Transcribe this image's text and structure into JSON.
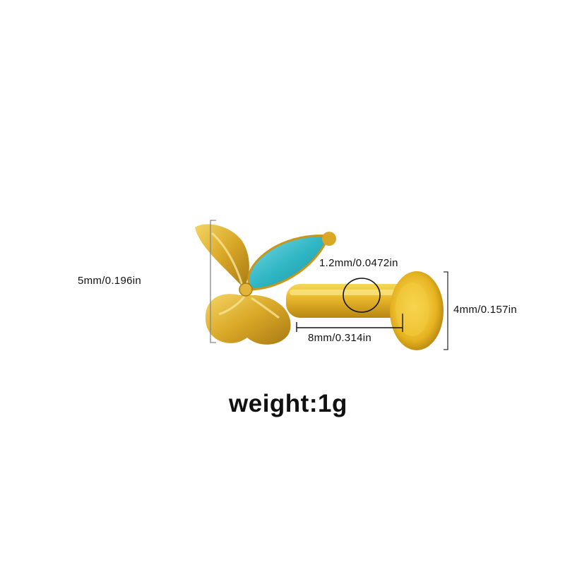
{
  "product": {
    "name": "butterfly labret stud",
    "metal_color": "#e0b324",
    "stone_color": "#2fb6c4",
    "dimensions": {
      "height": "5mm/0.196in",
      "gauge": "1.2mm/0.0472in",
      "bar_length": "8mm/0.314in",
      "disc_diameter": "4mm/0.157in"
    },
    "weight": "weight:1g"
  }
}
